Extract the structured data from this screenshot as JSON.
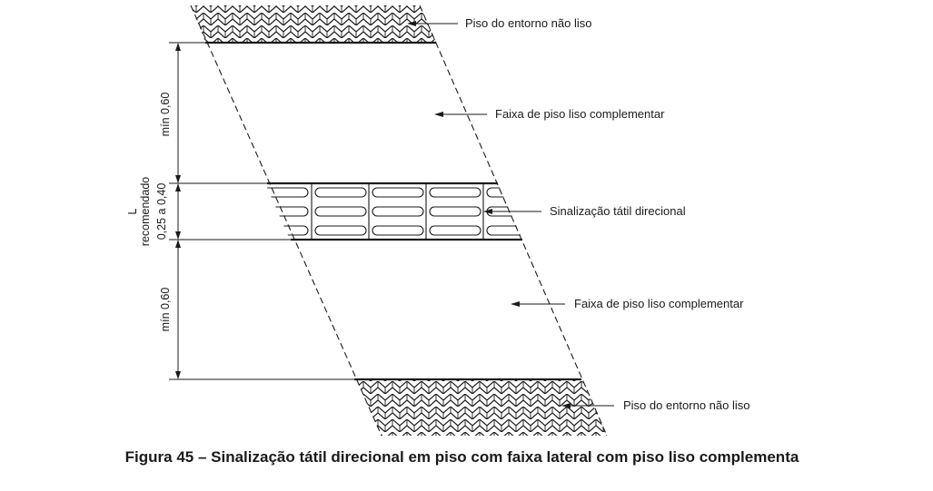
{
  "labels": {
    "piso_top": "Piso do entorno não liso",
    "faixa_upper": "Faixa de piso liso complementar",
    "sinalizacao": "Sinalização tátil direcional",
    "faixa_lower": "Faixa de piso liso complementar",
    "piso_bottom": "Piso do entorno não liso"
  },
  "dimensions": {
    "upper_min": "mín 0,60",
    "middle_line1": "L",
    "middle_line2": "recomendado",
    "middle_line3": "0,25 a 0,40",
    "lower_min": "mín 0,60"
  },
  "caption": "Figura 45 – Sinalização tátil direcional em piso com faixa lateral com piso liso complementa"
}
